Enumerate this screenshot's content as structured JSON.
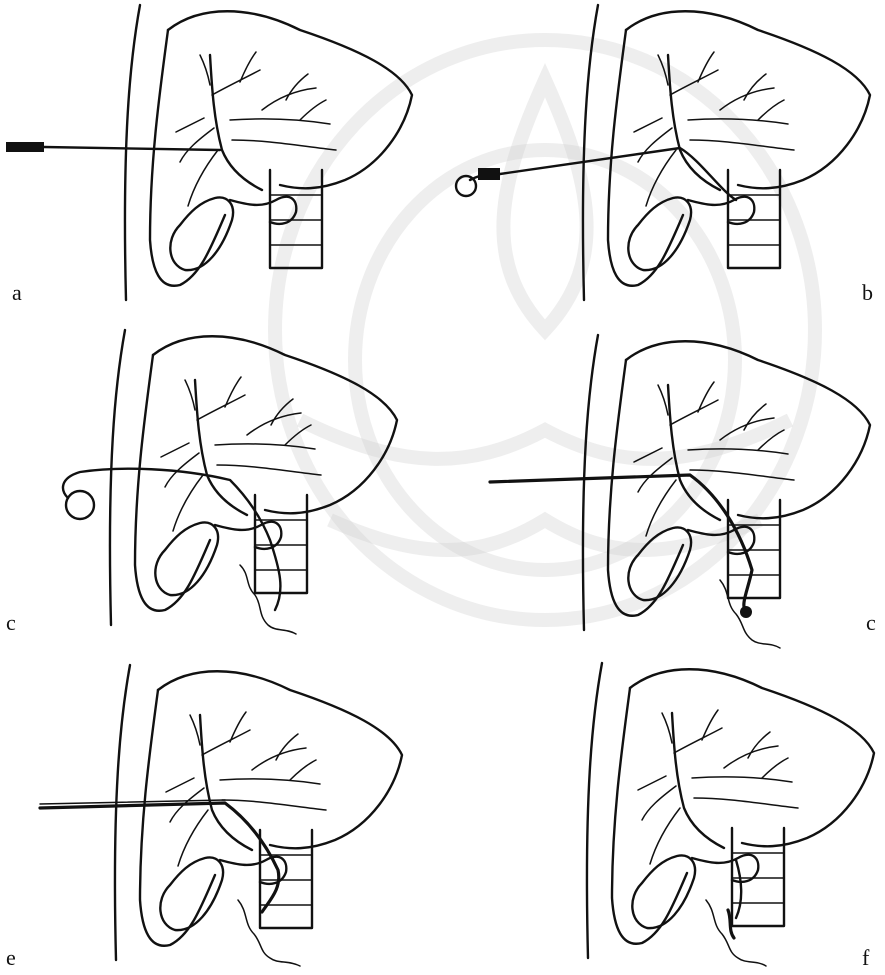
{
  "figure": {
    "panels": [
      {
        "id": "a",
        "label": "a"
      },
      {
        "id": "b",
        "label": "b"
      },
      {
        "id": "c",
        "label": "c"
      },
      {
        "id": "d",
        "label": "c"
      },
      {
        "id": "e",
        "label": "e"
      },
      {
        "id": "f",
        "label": "f"
      }
    ]
  }
}
